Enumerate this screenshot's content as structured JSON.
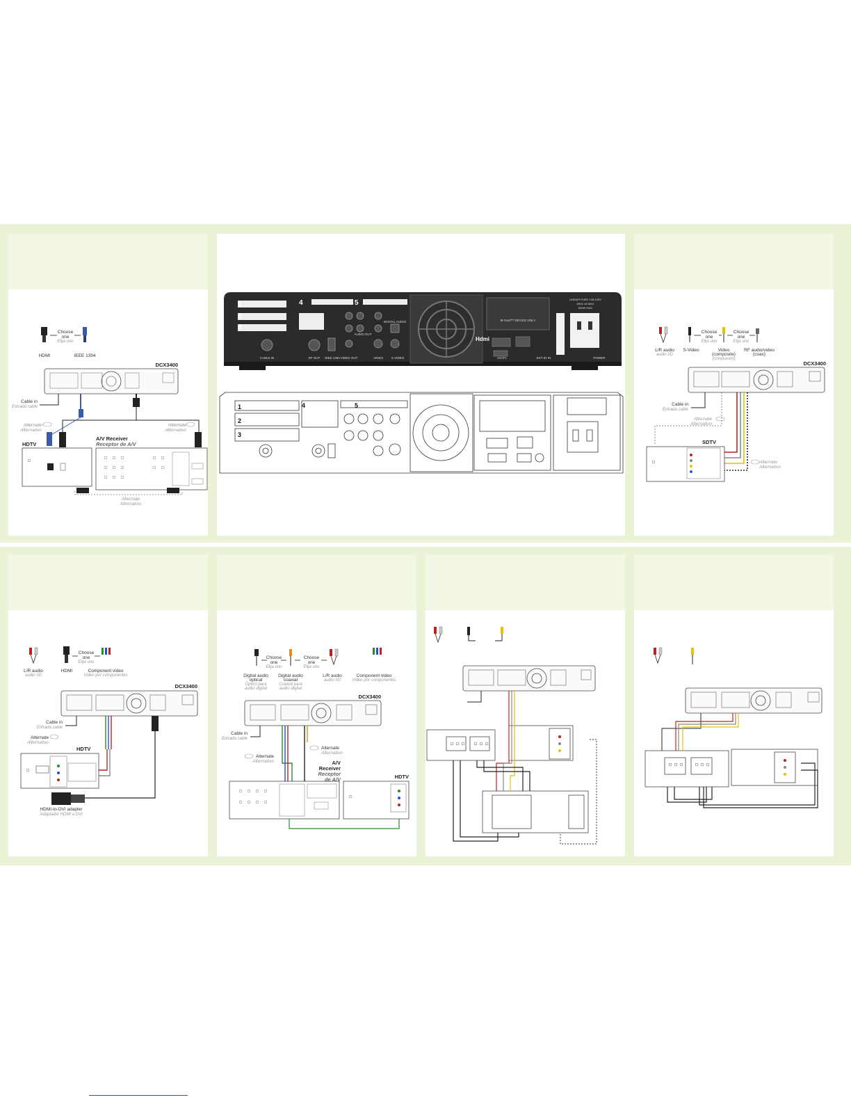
{
  "colors": {
    "band": "#eaf3d6",
    "panel_head": "#f1f7e2",
    "device": "#2b2b2b",
    "link": "#2a4bd7"
  },
  "rear_panel": {
    "port_numbers": [
      "1",
      "2",
      "3",
      "4",
      "5"
    ],
    "port_labels": [
      "CABLE IN",
      "RF OUT",
      "IEEE 1394",
      "VIDEO OUT",
      "VIDEO",
      "S-VIDEO",
      "AUDIO OUT",
      "DIGITAL AUDIO",
      "eSATA",
      "EXT IR IN",
      "POWER"
    ],
    "hdmi_logo": "Hdmi",
    "mcard_label": "M-Card™ DEVICE ONLY",
    "rating": [
      "UNSWITCHED 105-125V",
      "60Hz 4A MAX",
      "500W MAX"
    ]
  },
  "panel_hdmi_1394": {
    "choose": [
      "Choose",
      "one"
    ],
    "choose_es": "Elija uno",
    "cables": [
      "HDMI",
      "IEEE 1394"
    ],
    "model": "DCX3400",
    "cable_in": "Cable in",
    "cable_in_es": "Entrada cable",
    "alternate": "Alternate",
    "alternate_es": "Alternativo",
    "hdtv": "HDTV",
    "receiver": "A/V Receiver",
    "receiver_es": "Receptor de A/V"
  },
  "panel_sdtv": {
    "choose": [
      "Choose",
      "one"
    ],
    "choose_es": "Elija uno",
    "cables": [
      "L/R audio",
      "S-Video"
    ],
    "cables_es": [
      "audio I/D",
      ""
    ],
    "video": [
      "Video",
      "(composite)"
    ],
    "video_es": "(compuesto)",
    "rf": [
      "RF audio/video",
      "(coax)"
    ],
    "model": "DCX3400",
    "cable_in": "Cable in",
    "cable_in_es": "Entrada cable",
    "alternate": "Alternate",
    "alternate_es": "Alternativo",
    "tv": "SDTV"
  },
  "panel_hdmi_dvi": {
    "choose": [
      "Choose",
      "one"
    ],
    "choose_es": "Elija uno",
    "cables": [
      "L/R audio",
      "HDMI",
      "Component video"
    ],
    "cables_es": [
      "audio I/D",
      "",
      "Video por componentes"
    ],
    "model": "DCX3400",
    "cable_in": "Cable in",
    "cable_in_es": "Entrada cable",
    "alternate": "Alternate",
    "alternate_es": "Alternativo",
    "tv": "HDTV",
    "adapter": "HDMI-to-DVI adapter",
    "adapter_es": "Adaptador HDMI a DVI"
  },
  "panel_receiver": {
    "choose": [
      "Choose",
      "one"
    ],
    "choose_es": "Elija uno",
    "cables": [
      "Digital audio",
      "optical",
      "Digital audio",
      "coaxial",
      "L/R audio",
      "Component video"
    ],
    "cables_es": [
      "Óptico para",
      "audio digital",
      "Coaxial para",
      "audio digital",
      "audio I/D",
      "Video por componentes"
    ],
    "model": "DCX3400",
    "cable_in": "Cable in",
    "cable_in_es": "Entrada cable",
    "alternate": "Alternate",
    "alternate_es": "Alternativo",
    "receiver": [
      "A/V",
      "Receiver"
    ],
    "receiver_es": [
      "Receptor",
      "de A/V"
    ],
    "tv": "HDTV"
  }
}
